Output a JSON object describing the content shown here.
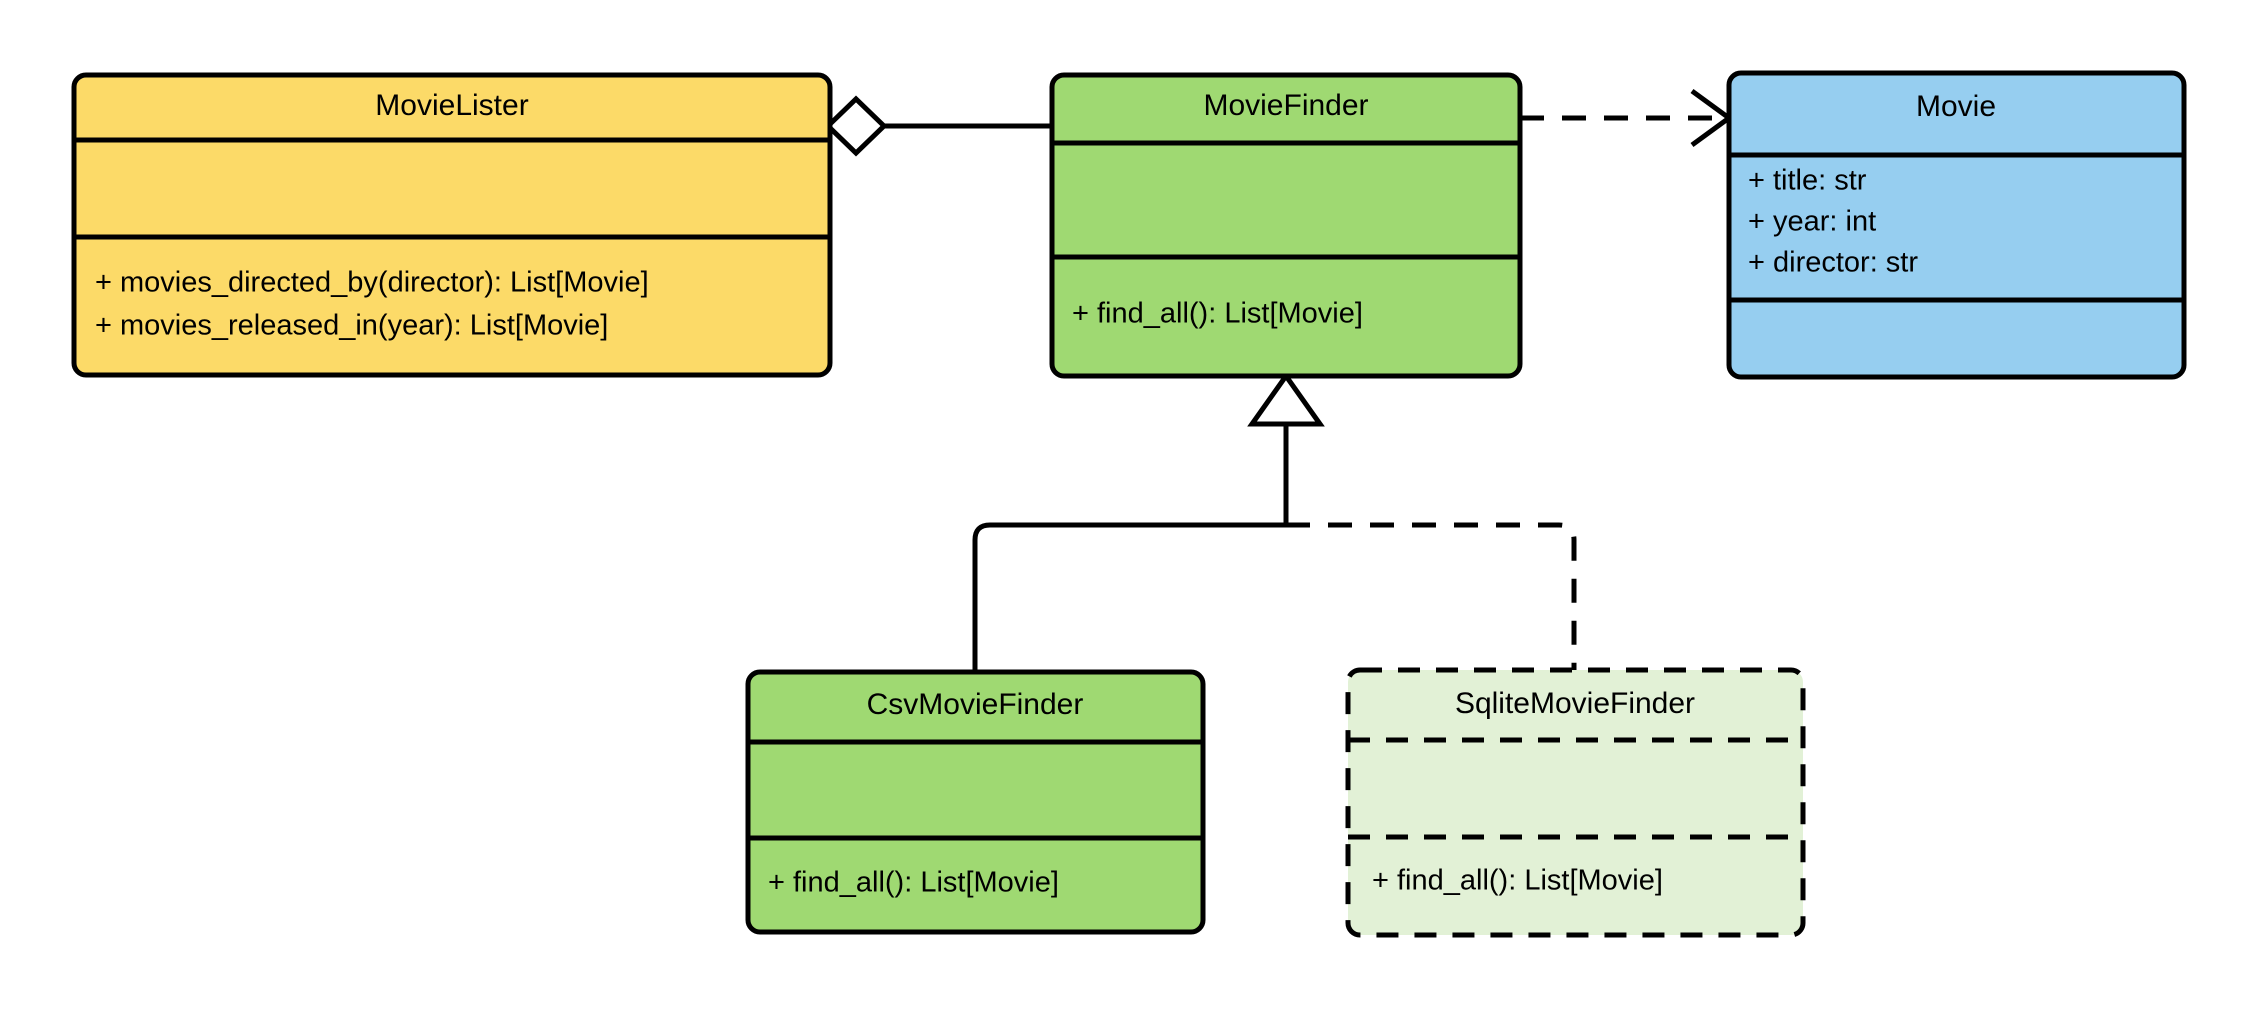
{
  "diagram": {
    "kind": "uml-class-diagram",
    "background": "#ffffff",
    "line_color": "#000000",
    "classes": [
      {
        "id": "movie-lister",
        "name": "MovieLister",
        "fill": "#fcda68",
        "border_style": "solid",
        "attributes": [],
        "operations": [
          "+ movies_directed_by(director): List[Movie]",
          "+ movies_released_in(year): List[Movie]"
        ]
      },
      {
        "id": "movie-finder",
        "name": "MovieFinder",
        "fill": "#9fd972",
        "border_style": "solid",
        "attributes": [],
        "operations": [
          "+ find_all(): List[Movie]"
        ]
      },
      {
        "id": "movie",
        "name": "Movie",
        "fill": "#96cef0",
        "border_style": "solid",
        "attributes": [
          "+ title: str",
          "+ year: int",
          "+ director: str"
        ],
        "operations": []
      },
      {
        "id": "csv-movie-finder",
        "name": "CsvMovieFinder",
        "fill": "#9fd972",
        "border_style": "solid",
        "attributes": [],
        "operations": [
          "+ find_all(): List[Movie]"
        ]
      },
      {
        "id": "sqlite-movie-finder",
        "name": "SqliteMovieFinder",
        "fill": "#e2f1d6",
        "border_style": "dashed",
        "attributes": [],
        "operations": [
          "+ find_all(): List[Movie]"
        ]
      }
    ],
    "relationships": [
      {
        "id": "lister-aggregates-finder",
        "type": "aggregation",
        "from": "MovieLister",
        "to": "MovieFinder",
        "line_style": "solid",
        "marker": "hollow-diamond"
      },
      {
        "id": "finder-depends-movie",
        "type": "dependency",
        "from": "MovieFinder",
        "to": "Movie",
        "line_style": "dashed",
        "marker": "open-arrow"
      },
      {
        "id": "csv-inherits-finder",
        "type": "generalization",
        "from": "CsvMovieFinder",
        "to": "MovieFinder",
        "line_style": "solid",
        "marker": "hollow-triangle"
      },
      {
        "id": "sqlite-inherits-finder",
        "type": "generalization",
        "from": "SqliteMovieFinder",
        "to": "MovieFinder",
        "line_style": "dashed",
        "marker": "hollow-triangle"
      }
    ]
  }
}
